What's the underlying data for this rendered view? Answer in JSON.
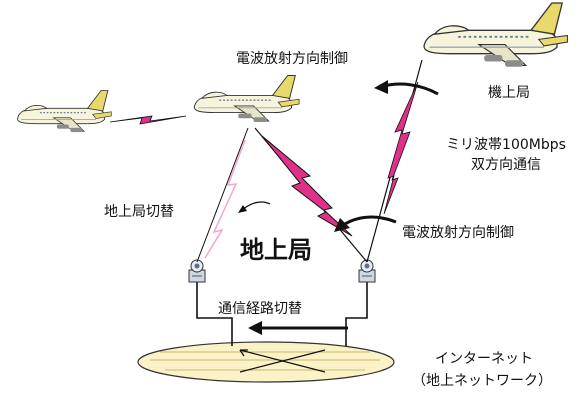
{
  "labels": {
    "beam_control_top": "電波放射方向制御",
    "airborne_station": "機上局",
    "mmwave_line1": "ミリ波帯100Mbps",
    "mmwave_line2": "双方向通信",
    "ground_handover": "地上局切替",
    "beam_control_ground": "電波放射方向制御",
    "ground_station": "地上局",
    "route_switch": "通信経路切替",
    "internet_line1": "インターネット",
    "internet_line2": "（地上ネットワーク）"
  },
  "colors": {
    "lightning": "#e0308a",
    "lightning_light": "#f2a6d2",
    "arrow": "#111111",
    "ellipse_fill": "#fbf2c8",
    "plane_body": "#f7f4dc",
    "plane_tail": "#e9d86a",
    "engine": "#8c8c8c",
    "antenna": "#cfd7e2"
  },
  "icons": [
    "airplane-icon",
    "ground-antenna-icon",
    "lightning-link-icon",
    "curved-arrow-icon"
  ]
}
